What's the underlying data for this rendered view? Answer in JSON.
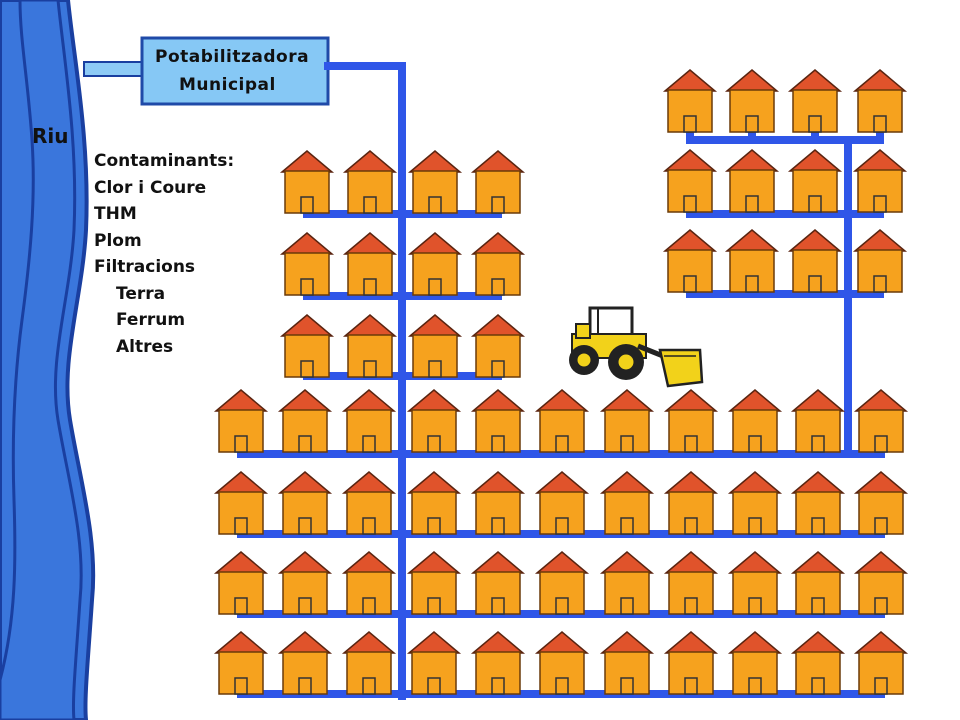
{
  "plant": {
    "line1": "Potabilitzadora",
    "line2": "Municipal"
  },
  "river": {
    "label": "Riu"
  },
  "contaminants": {
    "title": "Contaminants:",
    "items": [
      "Clor i Coure",
      "THM",
      "Plom",
      "Filtracions"
    ],
    "filtration_items": [
      "Terra",
      "Ferrum",
      "Altres"
    ]
  },
  "colors": {
    "river": "#3a76dc",
    "pipe": "#2f56e8",
    "plant_box": "#86c8f5",
    "house_wall": "#f6a21e",
    "house_roof": "#e0532b",
    "bulldozer": "#f2d21a"
  },
  "icons": {
    "house": "house-icon",
    "vehicle": "bulldozer-icon"
  }
}
